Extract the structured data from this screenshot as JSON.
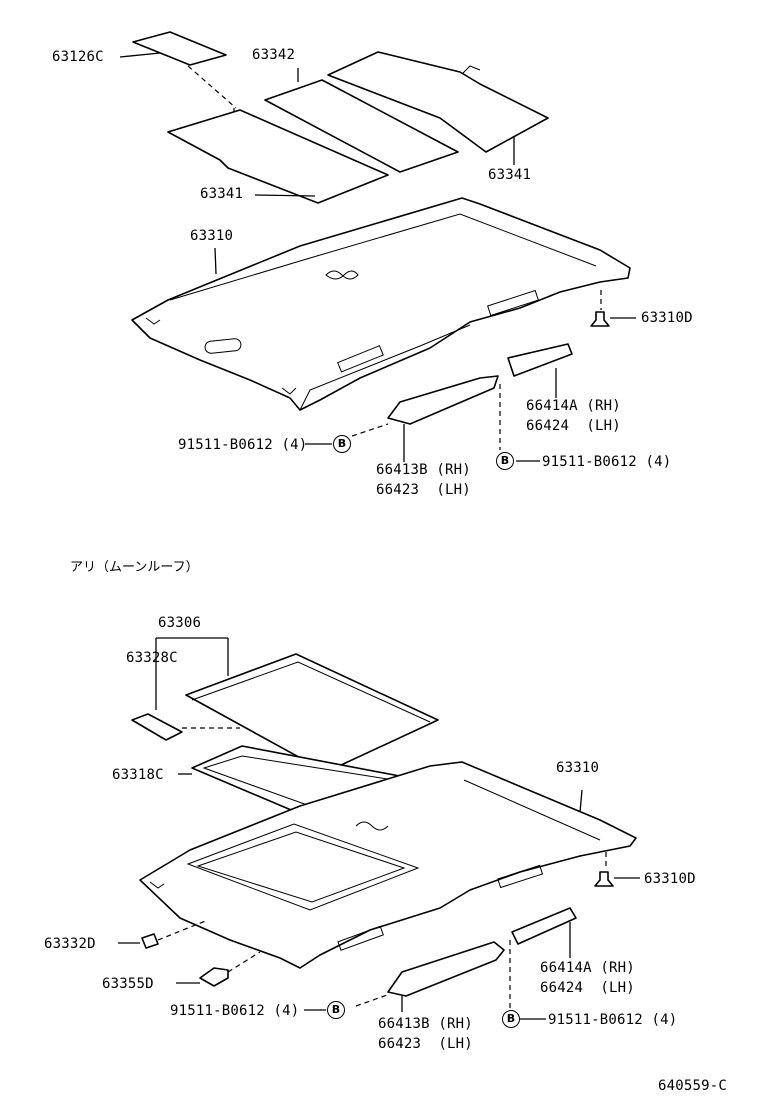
{
  "top": {
    "p63126C": "63126C",
    "p63342": "63342",
    "p63341_left": "63341",
    "p63341_right": "63341",
    "p63310": "63310",
    "p63310D": "63310D",
    "p66414A": "66414A (RH)",
    "p66424": "66424  (LH)",
    "p66413B": "66413B (RH)",
    "p66423": "66423  (LH)",
    "bolt_left": "91511-B0612 (4)",
    "bolt_right": "91511-B0612 (4)",
    "bolt_marker": "B"
  },
  "section_title": "アリ（ムーンルーフ）",
  "bottom": {
    "p63306": "63306",
    "p63328C": "63328C",
    "p63318C": "63318C",
    "p63310": "63310",
    "p63310D": "63310D",
    "p63332D": "63332D",
    "p63355D": "63355D",
    "p66414A": "66414A (RH)",
    "p66424": "66424  (LH)",
    "p66413B": "66413B (RH)",
    "p66423": "66423  (LH)",
    "bolt_left": "91511-B0612 (4)",
    "bolt_right": "91511-B0612 (4)",
    "bolt_marker": "B"
  },
  "figure_code": "640559-C"
}
